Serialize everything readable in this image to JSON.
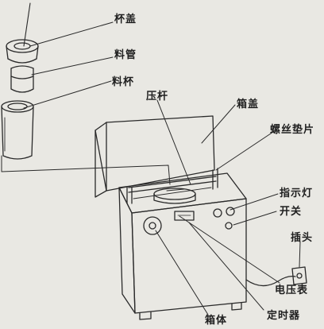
{
  "colors": {
    "paper": "#e9e8e3",
    "ink": "#2a2a2a"
  },
  "labels": {
    "cup_lid": "杯盖",
    "feed_tube": "料管",
    "feed_cup": "料杯",
    "press_rod": "压杆",
    "box_lid": "箱盖",
    "screw_washer": "螺丝垫片",
    "indicator_light": "指示灯",
    "switch": "开关",
    "plug": "插头",
    "voltmeter": "电压表",
    "box_body": "箱体",
    "timer": "定时器"
  }
}
